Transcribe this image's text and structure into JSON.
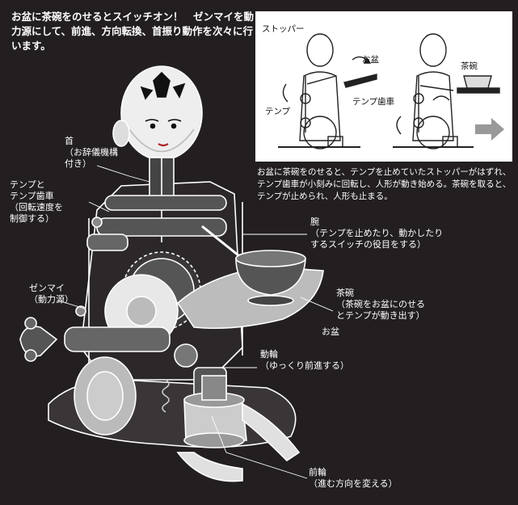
{
  "intro": "お盆に茶碗をのせるとスイッチオン！　ゼンマイを動力源にして、前進、方向転換、首振り動作を次々に行います。",
  "panel": {
    "stopper": "ストッパー",
    "tray": "お盆",
    "tempu": "テンプ",
    "tempu_gear": "テンプ歯車",
    "teacup": "茶碗"
  },
  "caption": "お盆に茶碗をのせると、テンプを止めていたストッパーがはずれ、テンプ歯車が小刻みに回転し、人形が動き始める。茶碗を取ると、テンプが止められ、人形も止まる。",
  "labels": {
    "neck": "首\n（お辞儀機構\n付き）",
    "tempu": "テンプと\nテンプ歯車\n（回転速度を\n制御する）",
    "zenmai": "ゼンマイ\n（動力源）",
    "arm": "腕\n（テンプを止めたり、動かしたり\nするスイッチの役目をする）",
    "chawan": "茶碗\n（茶碗をお盆にのせる\nとテンプが動き出す）",
    "obon": "お盆",
    "drive_wheel": "動輪\n（ゆっくり前進する）",
    "front_wheel": "前輪\n（進む方向を変える）"
  }
}
